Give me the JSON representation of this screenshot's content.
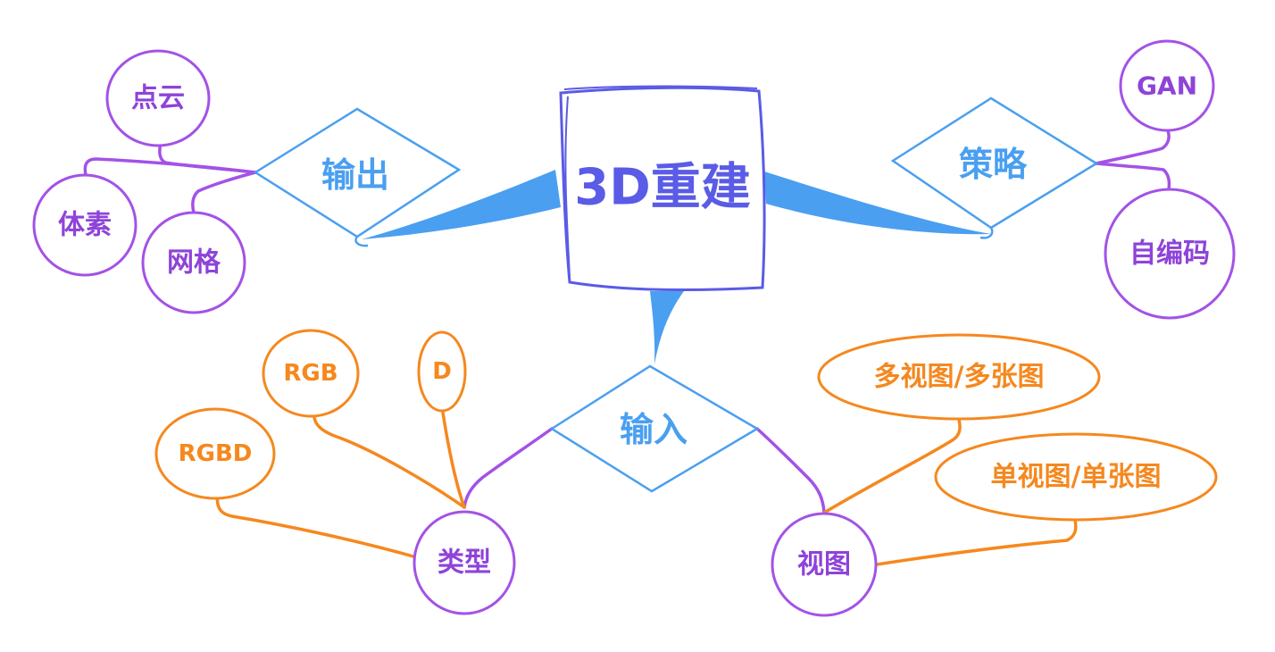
{
  "colors": {
    "blue": "#4a9ff0",
    "blue_text": "#4a9ff0",
    "center_text": "#5a5be6",
    "center_border": "#5a5be6",
    "purple": "#a352e6",
    "purple_text": "#8e43d9",
    "orange": "#f5881e",
    "orange_text": "#f5881e"
  },
  "center": {
    "label": "3D重建"
  },
  "branches": {
    "output": {
      "label": "输出",
      "children": [
        "点云",
        "体素",
        "网格"
      ]
    },
    "strategy": {
      "label": "策略",
      "children": [
        "GAN",
        "自编码"
      ]
    },
    "input": {
      "label": "输入",
      "type_node": {
        "label": "类型",
        "children": [
          "RGB",
          "D",
          "RGBD"
        ]
      },
      "view_node": {
        "label": "视图",
        "children": [
          "多视图/多张图",
          "单视图/单张图"
        ]
      }
    }
  }
}
